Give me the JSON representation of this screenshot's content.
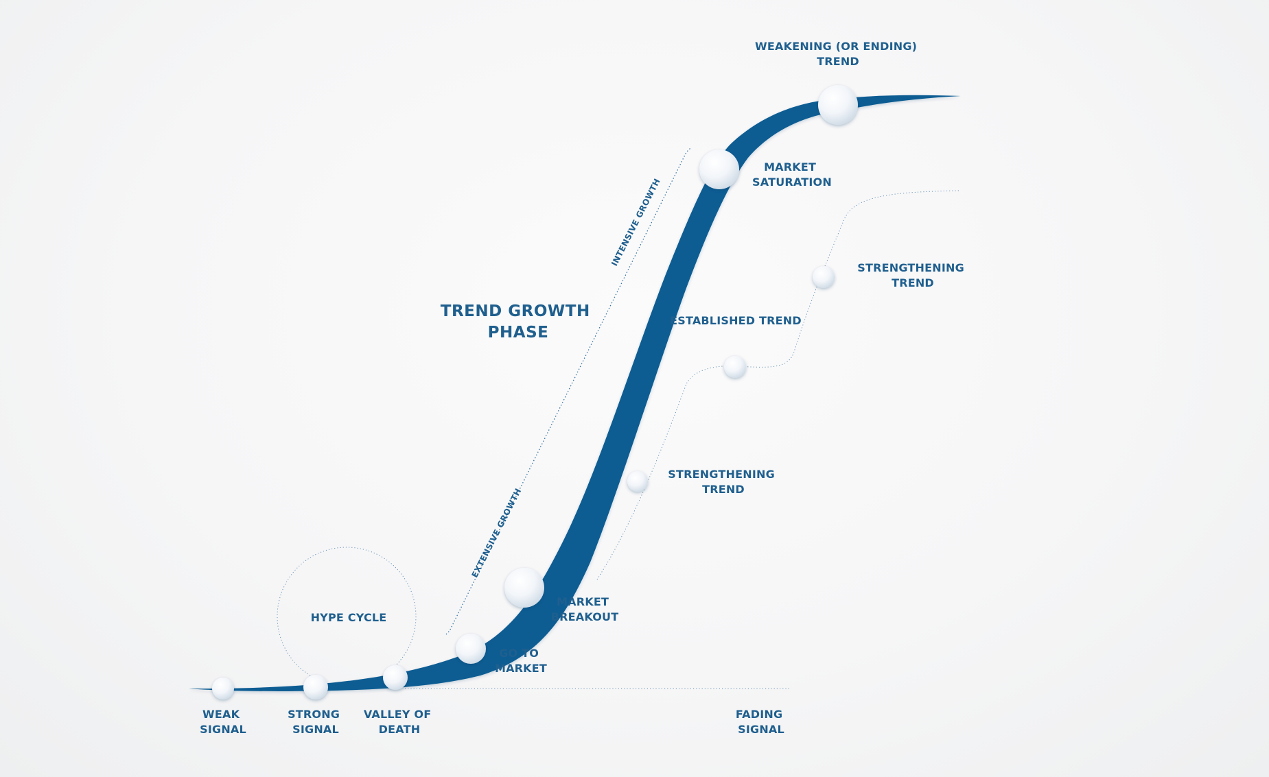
{
  "diagram": {
    "colors": {
      "curve": "#0b5d93",
      "text": "#1f5f8e",
      "background": "#f6f6f7",
      "node": "#ffffff"
    },
    "growth_phase": {
      "line1": "TREND GROWTH",
      "line2": "PHASE"
    },
    "hype_cycle": "HYPE CYCLE",
    "extensive_growth": "EXTENSIVE GROWTH",
    "intensive_growth": "INTENSIVE GROWTH",
    "established_trend": "ESTABLISHED TREND",
    "labels": {
      "weak_signal": [
        "WEAK",
        "SIGNAL"
      ],
      "strong_signal": [
        "STRONG",
        "SIGNAL"
      ],
      "valley_of_death": [
        "VALLEY OF",
        "DEATH"
      ],
      "go_to_market": [
        "GO TO",
        "MARKET"
      ],
      "market_breakout": [
        "MARKET",
        "BREAKOUT"
      ],
      "market_saturation": [
        "MARKET",
        "SATURATION"
      ],
      "weakening_trend": [
        "WEAKENING (OR ENDING)",
        "TREND"
      ],
      "strengthening_trend_lower": [
        "STRENGTHENING",
        "TREND"
      ],
      "strengthening_trend_upper": [
        "STRENGTHENING",
        "TREND"
      ],
      "fading_signal": [
        "FADING",
        "SIGNAL"
      ]
    }
  }
}
